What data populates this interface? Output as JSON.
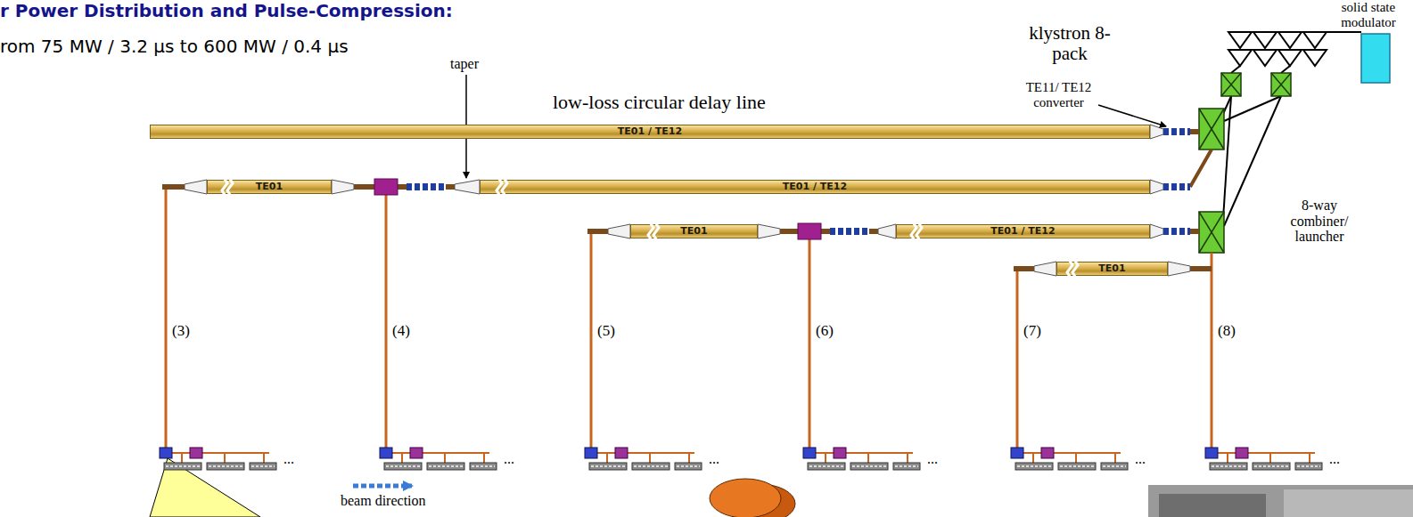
{
  "diagram": {
    "title": "r Power Distribution and Pulse-Compression:",
    "nodes": [
      {
        "text": [
          "TE01 / TE12"
        ]
      },
      {
        "text": [
          "TE01"
        ]
      },
      {
        "text": [
          "TE01 / TE12"
        ]
      },
      {
        "text": [
          "TE01"
        ]
      },
      {
        "text": [
          "TE01 / TE12"
        ]
      },
      {
        "text": [
          "TE01"
        ]
      }
    ],
    "labels": [
      "rom 75 MW / 3.2 μs to 600 MW / 0.4 μs",
      "solid state modulator",
      "klystron 8-pack",
      "TE11/ TE12 converter",
      "taper",
      "low-loss circular delay line",
      "8-way combiner/ launcher",
      "(3)",
      "(4)",
      "(5)",
      "(6)",
      "(7)",
      "(8)",
      "...",
      "...",
      "...",
      "...",
      "...",
      "...",
      "beam direction"
    ]
  }
}
